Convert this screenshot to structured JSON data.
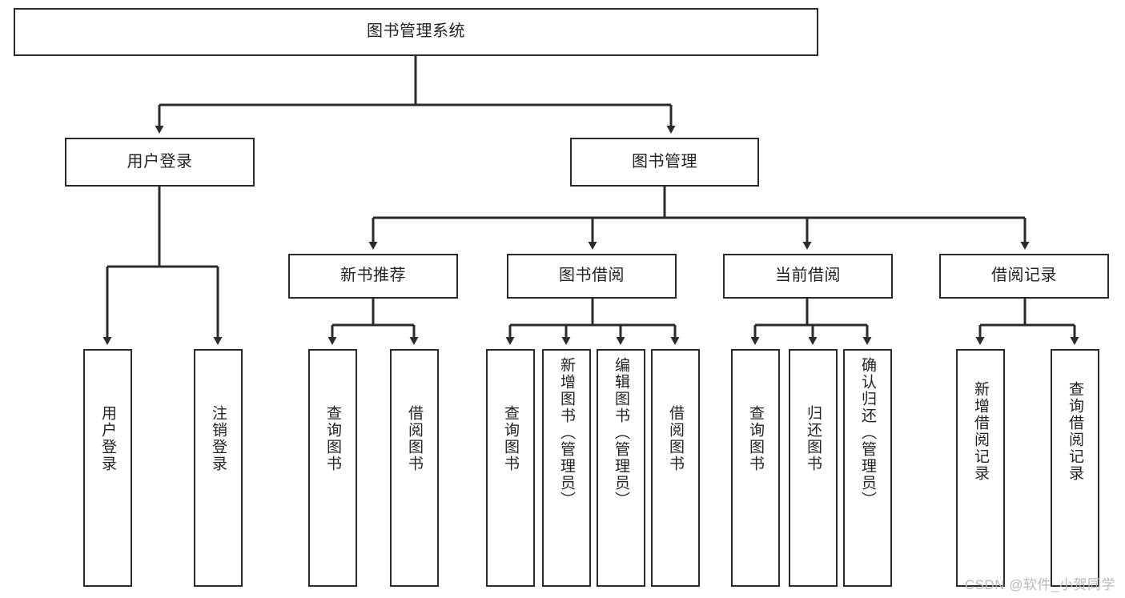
{
  "diagram": {
    "type": "tree-hierarchy",
    "title": "图书管理系统",
    "background_color": "#ffffff",
    "line_color": "#2b2b2b",
    "text_color": "#232323",
    "root": {
      "id": "root",
      "label": "图书管理系统"
    },
    "level1": [
      {
        "id": "user-login",
        "label": "用户登录"
      },
      {
        "id": "book-manage",
        "label": "图书管理"
      }
    ],
    "level2": [
      {
        "id": "new-book-rec",
        "label": "新书推荐",
        "parent": "book-manage"
      },
      {
        "id": "book-borrow",
        "label": "图书借阅",
        "parent": "book-manage"
      },
      {
        "id": "current-borrow",
        "label": "当前借阅",
        "parent": "book-manage"
      },
      {
        "id": "borrow-record",
        "label": "借阅记录",
        "parent": "book-manage"
      }
    ],
    "leaves": [
      {
        "id": "leaf-user-login",
        "label": "用户登录",
        "parent": "user-login"
      },
      {
        "id": "leaf-user-logout",
        "label": "注销登录",
        "parent": "user-login"
      },
      {
        "id": "leaf-query-book-1",
        "label": "查询图书",
        "parent": "new-book-rec"
      },
      {
        "id": "leaf-borrow-book-1",
        "label": "借阅图书",
        "parent": "new-book-rec"
      },
      {
        "id": "leaf-query-book-2",
        "label": "查询图书",
        "parent": "book-borrow"
      },
      {
        "id": "leaf-add-book",
        "label": "新增图书（管理员）",
        "parent": "book-borrow"
      },
      {
        "id": "leaf-edit-book",
        "label": "编辑图书（管理员）",
        "parent": "book-borrow"
      },
      {
        "id": "leaf-borrow-book-2",
        "label": "借阅图书",
        "parent": "book-borrow"
      },
      {
        "id": "leaf-query-book-3",
        "label": "查询图书",
        "parent": "current-borrow"
      },
      {
        "id": "leaf-return-book",
        "label": "归还图书",
        "parent": "current-borrow"
      },
      {
        "id": "leaf-confirm-return",
        "label": "确认归还（管理员）",
        "parent": "current-borrow"
      },
      {
        "id": "leaf-add-record",
        "label": "新增借阅记录",
        "parent": "borrow-record"
      },
      {
        "id": "leaf-query-record",
        "label": "查询借阅记录",
        "parent": "borrow-record"
      }
    ]
  },
  "watermark": {
    "text": "CSDN @软件_小贺同学"
  }
}
